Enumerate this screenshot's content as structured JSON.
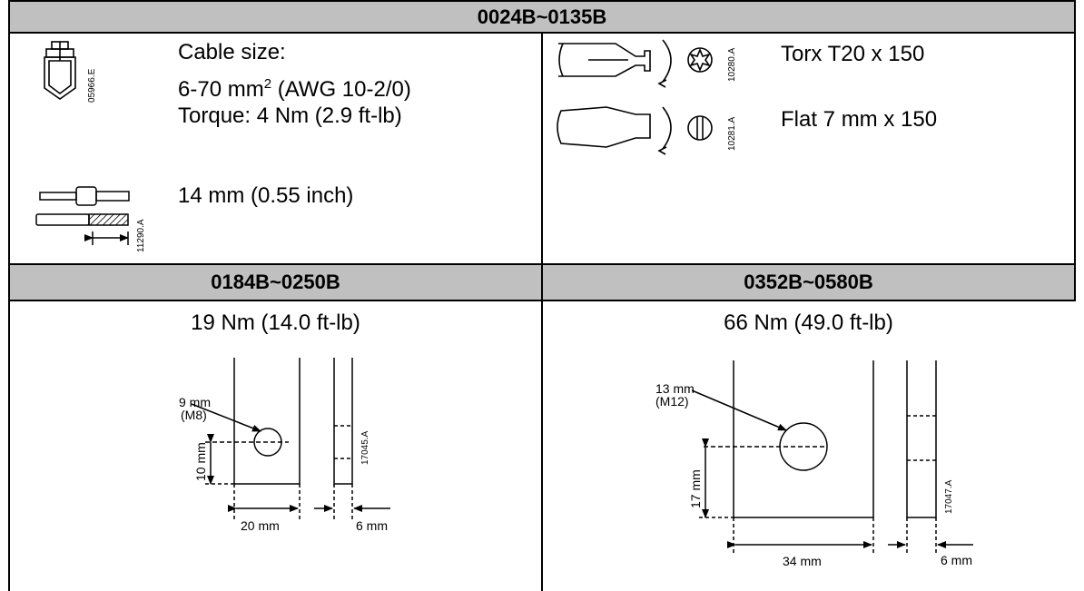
{
  "section_top": {
    "title": "0024B~0135B",
    "cable_size_label": "Cable size:",
    "cable_size_value": "6-70 mm",
    "cable_size_sup": "2",
    "cable_size_awg": " (AWG 10-2/0)",
    "torque": "Torque: 4 Nm (2.9 ft-lb)",
    "strip_length": "14 mm (0.55 inch)",
    "terminal_code": "05966.E",
    "strip_code": "11290.A",
    "torx_code": "10280.A",
    "flat_code": "10281.A",
    "torx_label": "Torx T20 x 150",
    "flat_label": "Flat 7 mm x 150"
  },
  "section_left": {
    "title": "0184B~0250B",
    "torque": "19 Nm (14.0 ft-lb)",
    "hole": "9 mm",
    "bolt": "(M8)",
    "height": "10 mm",
    "width": "20 mm",
    "thickness": "6 mm",
    "code": "17045.A"
  },
  "section_right": {
    "title": "0352B~0580B",
    "torque": "66 Nm (49.0 ft-lb)",
    "hole": "13 mm",
    "bolt": "(M12)",
    "height": "17 mm",
    "width": "34 mm",
    "thickness": "6 mm",
    "code": "17047.A"
  }
}
